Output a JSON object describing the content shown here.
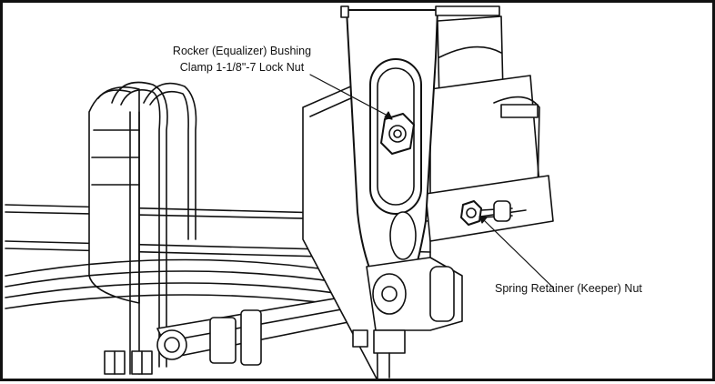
{
  "callouts": {
    "rocker_bushing_nut": {
      "line1": "Rocker (Equalizer) Bushing",
      "line2": "Clamp 1-1/8\"-7 Lock Nut"
    },
    "spring_retainer_nut": {
      "text": "Spring Retainer (Keeper) Nut"
    }
  }
}
